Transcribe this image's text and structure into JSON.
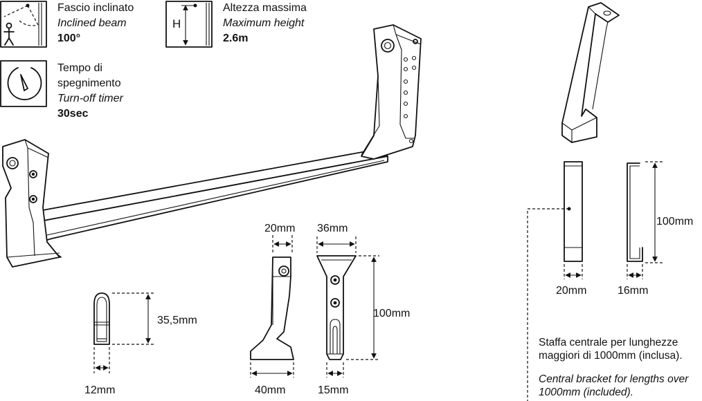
{
  "icons": {
    "beam": {
      "icon": "inclined-beam-icon",
      "label_it": "Fascio inclinato",
      "label_en": "Inclined beam",
      "value": "100°"
    },
    "height": {
      "icon": "height-icon",
      "symbol": "H",
      "label_it": "Altezza massima",
      "label_en": "Maximum height",
      "value": "2.6m"
    },
    "timer": {
      "icon": "timer-icon",
      "label_it_1": "Tempo di",
      "label_it_2": "spegnimento",
      "label_en": "Turn-off timer",
      "value": "30sec"
    }
  },
  "profile": {
    "width": "12mm",
    "height": "35,5mm"
  },
  "end_cap": {
    "top_width": "20mm",
    "bottom_width": "40mm"
  },
  "front_bracket": {
    "top_width": "36mm",
    "bottom_width": "15mm",
    "height": "100mm"
  },
  "central_bracket": {
    "height": "100mm",
    "front_width": "20mm",
    "side_width": "16mm",
    "note_it": "Staffa centrale per lunghezze maggiori di 1000mm (inclusa).",
    "note_en": "Central bracket for lengths over 1000mm (included)."
  }
}
